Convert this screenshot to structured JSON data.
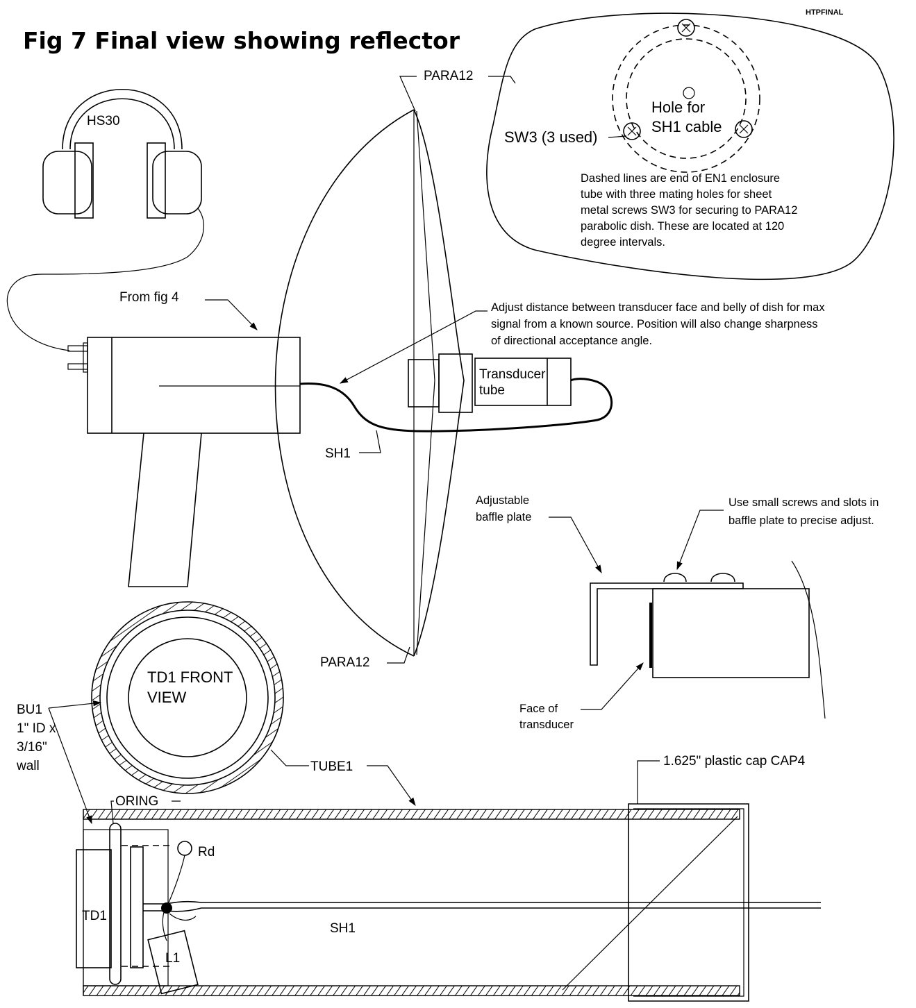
{
  "drawing_id": "HTPFINAL",
  "title": "Fig 7 Final view showing reflector",
  "labels": {
    "para12_top": "PARA12",
    "para12_bottom": "PARA12",
    "headset": "HS30",
    "from_fig": "From fig 4",
    "shield_cable_mid": "SH1",
    "shield_cable_bottom": "SH1",
    "transducer_tube_1": "Transducer",
    "transducer_tube_2": "tube",
    "hole_1": "Hole for",
    "hole_2": "SH1 cable",
    "screws": "SW3 (3 used)",
    "baffle_1": "Adjustable",
    "baffle_2": "baffle plate",
    "face_1": "Face of",
    "face_2": "transducer",
    "td1_front_1": "TD1 FRONT",
    "td1_front_2": "VIEW",
    "bu1_1": "BU1",
    "bu1_2": "1\" ID x",
    "bu1_3": "3/16\"",
    "bu1_4": "wall",
    "tube1": "TUBE1",
    "oring": "ORING",
    "cap": "1.625\" plastic cap CAP4",
    "rd": "Rd",
    "td1": "TD1",
    "l1": "L1"
  },
  "notes": {
    "enclosure": [
      "Dashed lines are end of EN1 enclosure",
      "tube with three mating holes for sheet",
      "metal screws SW3 for securing to PARA12",
      "parabolic dish.  These are located at 120",
      "degree intervals."
    ],
    "adjust": [
      "Adjust distance between transducer face and belly of dish for max",
      "signal from a known source.  Position will also change sharpness",
      "of directional acceptance angle."
    ],
    "screws_slots": [
      "Use small screws and slots in",
      "baffle plate to precise adjust."
    ]
  }
}
